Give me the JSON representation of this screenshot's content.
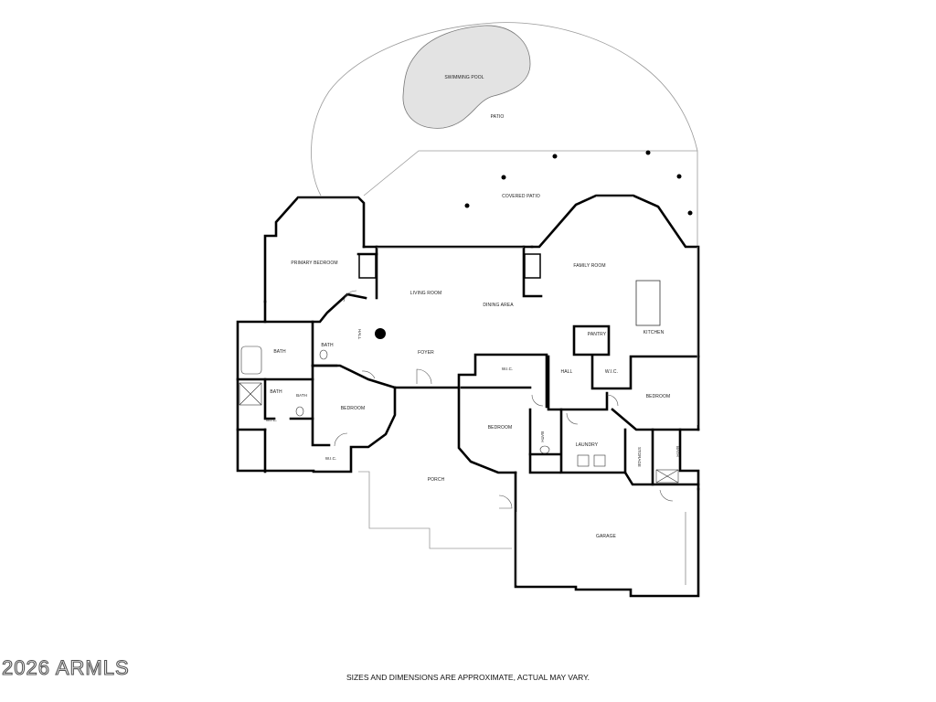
{
  "rooms": {
    "swimming_pool": "SWIMMING POOL",
    "patio": "PATIO",
    "covered_patio": "COVERED PATIO",
    "primary_bedroom": "PRIMARY BEDROOM",
    "living_room": "LIVING ROOM",
    "dining_area": "DINING AREA",
    "family_room": "FAMILY ROOM",
    "kitchen": "KITCHEN",
    "pantry": "PANTRY",
    "hall_west": "HALL",
    "foyer": "FOYER",
    "bath_primary": "BATH",
    "bath_small": "BATH",
    "bath_lower": "BATH",
    "bath_wc": "BATH",
    "wic_lower": "W.I.C.",
    "bedroom_west": "BEDROOM",
    "wic_west": "W.I.C.",
    "wic_center": "W.I.C.",
    "bedroom_center": "BEDROOM",
    "hall_center": "HALL",
    "wic_east": "W.I.C.",
    "bedroom_east": "BEDROOM",
    "bath_laundry": "BATH",
    "laundry": "LAUNDRY",
    "storage": "STORAGE",
    "bath_east": "BATH",
    "porch": "PORCH",
    "garage": "GARAGE"
  },
  "watermark": "2026 ARMLS",
  "disclaimer": "SIZES AND DIMENSIONS ARE APPROXIMATE, ACTUAL MAY VARY."
}
